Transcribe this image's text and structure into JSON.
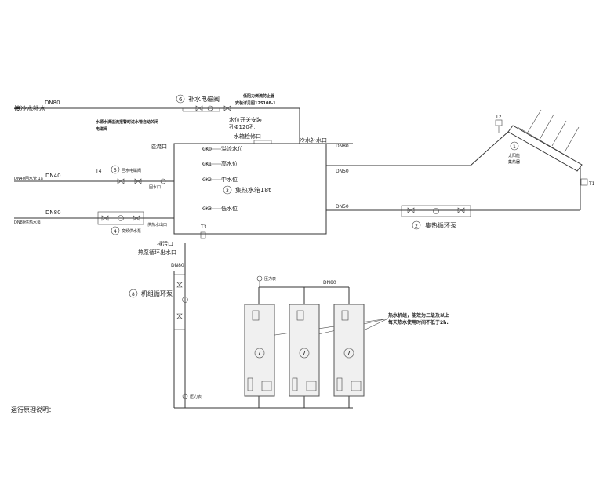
{
  "labels": {
    "cold_supply": "接冷水补水",
    "dn80_cold": "DN80",
    "valve6_num": "6",
    "valve6_name": "补水电磁阀",
    "backflow_a": "低阻力倒流防止器",
    "backflow_b": "安装详见图12S108-1",
    "auto_close_a": "水源水满溢流报警时进水管自动关闭",
    "auto_close_b": "电磁阀",
    "overflow_port": "溢流口",
    "switch_install": "水位开关安装",
    "switch_hole": "孔Φ120孔",
    "maint_port": "水箱检修口",
    "cold_fill_port": "冷水补水口",
    "dn80_tank": "DN80",
    "ck0": "CK0",
    "ck1": "CK1",
    "ck2": "CK2",
    "ck3": "CK3",
    "lvl_overflow": "溢流水位",
    "lvl_high": "高水位",
    "lvl_mid": "中水位",
    "lvl_low": "低水位",
    "tank_num": "3",
    "tank_name": "集热水箱18t",
    "dn50_a": "DN50",
    "dn50_b": "DN50",
    "dn40": "DN40",
    "t4": "T4",
    "left_line_a": "DN40回水管 1a",
    "circ5_num": "5",
    "circ5_name": "回水电磁阀",
    "return_port": "回水口",
    "dn80_supply": "DN80",
    "left_line_b": "DN80供热水泵",
    "pump4_num": "4",
    "pump4_name": "变频供水泵",
    "hot_supply_port": "供热水出口",
    "t3": "T3",
    "drain_port": "排污口",
    "hp_return_port": "热泵循环出水口",
    "dn80_vert": "DN80",
    "pump8_num": "8",
    "pump8_name": "机组循环泵",
    "dn80_bottom": "DN80",
    "gauge_a": "压力表",
    "gauge_b": "压力表",
    "t2": "T2",
    "t1": "T1",
    "collector_num": "1",
    "collector_a": "太阳能",
    "collector_b": "集热器",
    "pump2_num": "2",
    "pump2_name": "集热循环泵",
    "heater_note_a": "热水机组，能效为二级及以上",
    "heater_note_b": "每天热水使用时间不低于2h.",
    "heater_num_1": "7",
    "heater_num_2": "7",
    "heater_num_3": "7",
    "principle": "运行原理说明："
  }
}
